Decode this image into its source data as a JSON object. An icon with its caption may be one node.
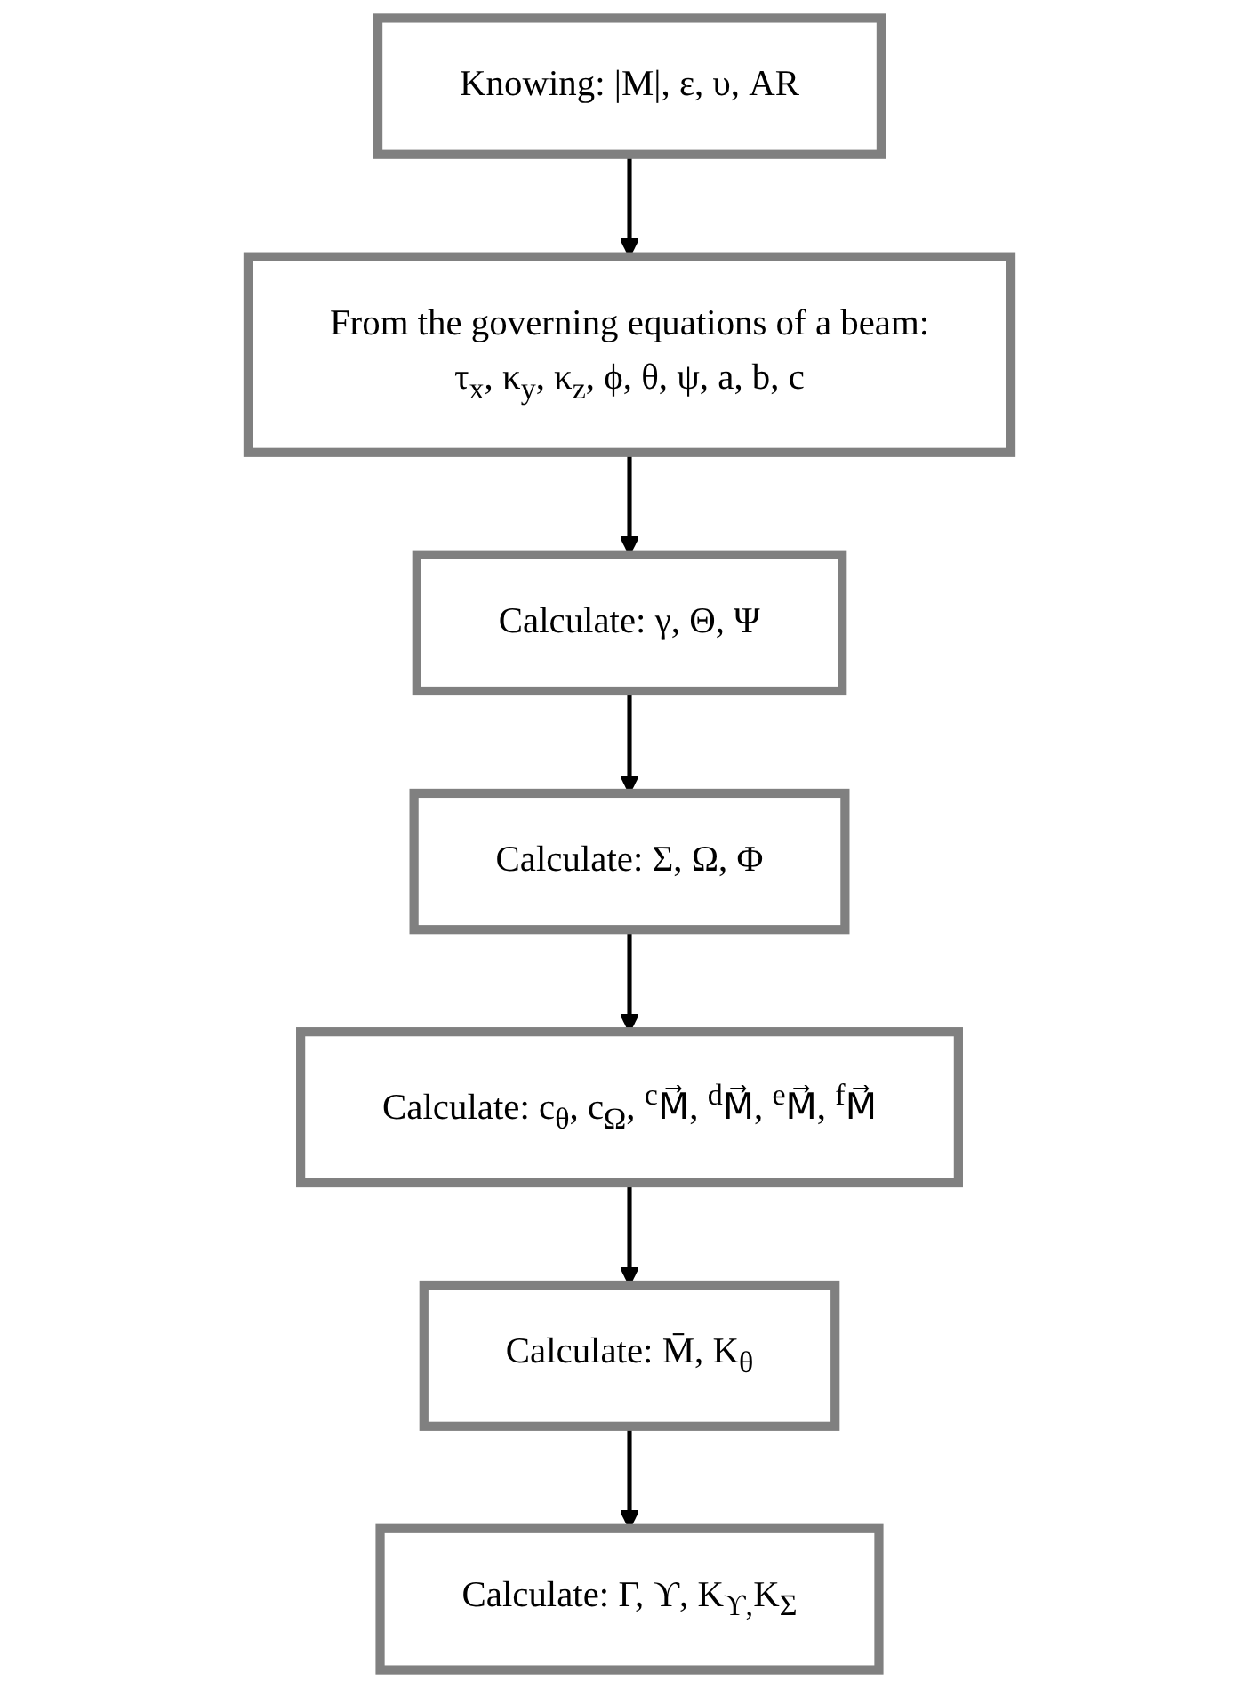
{
  "diagram": {
    "nodes": [
      {
        "text": [
          "Knowing: |M|, ε, υ, AR"
        ]
      },
      {
        "text": [
          "From the governing equations of a beam:",
          "τ$_{x}$, κ$_{y}$, κ$_{z}$, ϕ, θ, ψ, a, b, c"
        ]
      },
      {
        "text": [
          "Calculate: γ, Θ, Ψ"
        ]
      },
      {
        "text": [
          "Calculate: Σ, Ω, Φ"
        ]
      },
      {
        "text": [
          "Calculate: c$_{θ}$, c$_{Ω}$, $^{c}$M⃗, $^{d}$M⃗, $^{e}$M⃗, $^{f}$M⃗"
        ]
      },
      {
        "text": [
          "Calculate: M̄, K$_{θ}$"
        ]
      },
      {
        "text": [
          "Calculate: Γ, ϒ, K$_{ϒ,}$K$_{Σ}$"
        ]
      }
    ],
    "edges": [
      {
        "from": 0,
        "to": 1,
        "arrow": "to"
      },
      {
        "from": 1,
        "to": 2,
        "arrow": "to"
      },
      {
        "from": 2,
        "to": 3,
        "arrow": "to"
      },
      {
        "from": 3,
        "to": 4,
        "arrow": "to"
      },
      {
        "from": 4,
        "to": 5,
        "arrow": "to"
      },
      {
        "from": 5,
        "to": 6,
        "arrow": "to"
      }
    ]
  }
}
